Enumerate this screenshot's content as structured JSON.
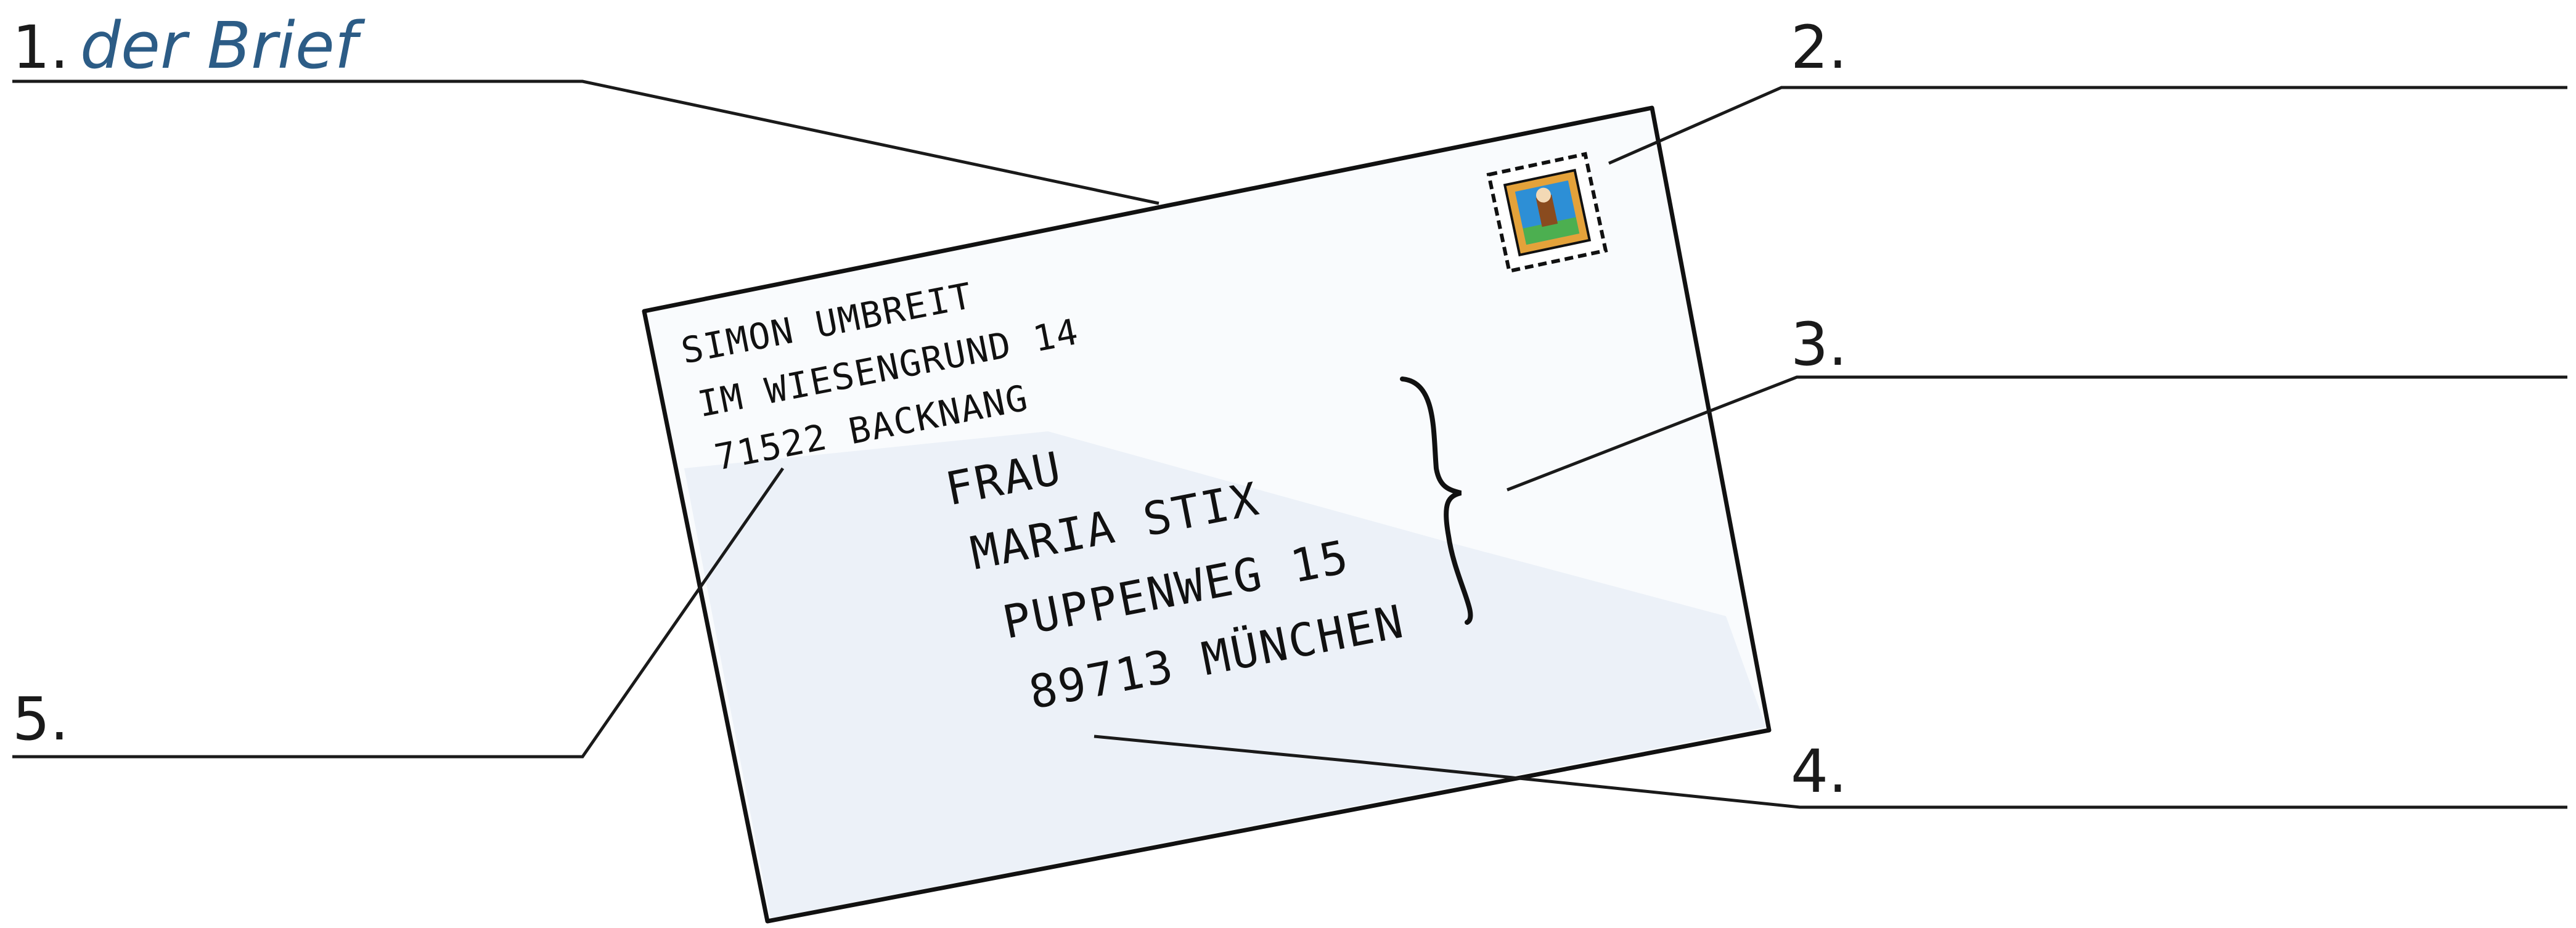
{
  "labels": [
    {
      "number": "1.",
      "answer": "der Brief"
    },
    {
      "number": "2.",
      "answer": ""
    },
    {
      "number": "3.",
      "answer": ""
    },
    {
      "number": "4.",
      "answer": ""
    },
    {
      "number": "5.",
      "answer": ""
    }
  ],
  "envelope": {
    "sender": [
      "SIMON UMBREIT",
      "IM WIESENGRUND 14",
      "71522 BACKNANG"
    ],
    "recipient": [
      "FRAU",
      "MARIA STIX",
      "PUPPENWEG 15",
      "89713 MÜNCHEN"
    ],
    "colors": {
      "paper": "#f9fbfd",
      "shadow": "#e6eef5",
      "outline": "#111111",
      "stamp_blue": "#2d8fd6",
      "stamp_green": "#4caf50",
      "stamp_brown": "#8a4b1e",
      "answer_ink": "#2c5c86"
    }
  }
}
